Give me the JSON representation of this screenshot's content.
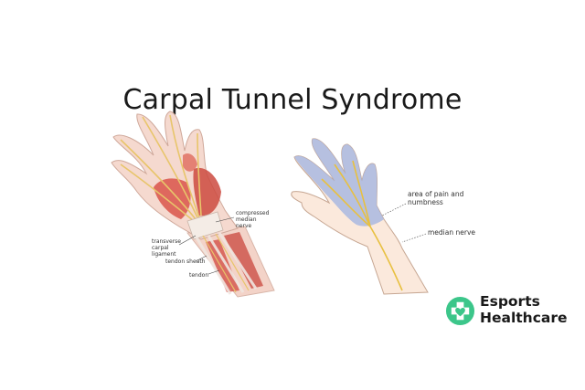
{
  "title": "Carpal Tunnel Syndrome",
  "left_diagram": {
    "labels": {
      "compressed_median_nerve": [
        "compressed",
        "median",
        "nerve"
      ],
      "transverse_carpal_ligament": [
        "transverse",
        "carpal",
        "ligament"
      ],
      "tendon_sheath": "tendon sheath",
      "tendon": "tendon"
    }
  },
  "right_diagram": {
    "labels": {
      "area_of_pain": [
        "area of pain and",
        "numbness"
      ],
      "median_nerve": "median nerve"
    }
  },
  "brand": {
    "line1": "Esports",
    "line2": "Healthcare",
    "icon": "medical-cross-heart-icon",
    "color": "#3cc68a"
  }
}
